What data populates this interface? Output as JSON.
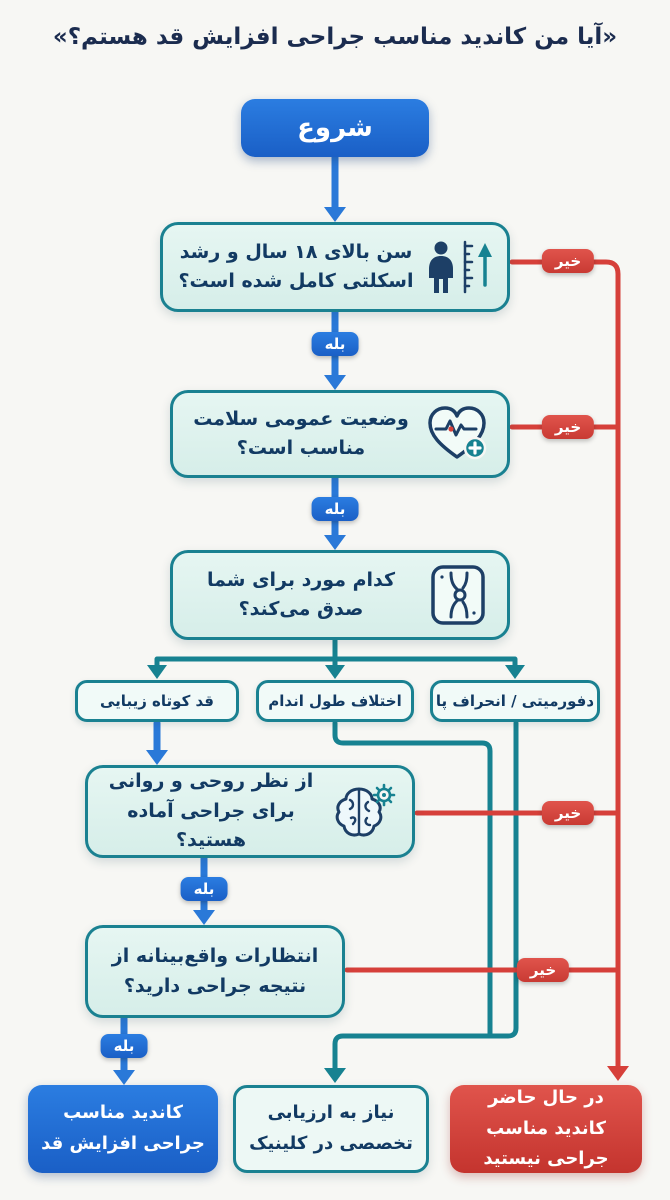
{
  "title": "«آیا من کاندید مناسب جراحی افزایش قد هستم؟»",
  "start": {
    "label": "شروع"
  },
  "labels": {
    "yes": "بله",
    "no": "خیر"
  },
  "questions": {
    "age": "سن بالای ۱۸ سال و رشد اسکلتی کامل شده است؟",
    "health": "وضعیت عمومی سلامت مناسب است؟",
    "case": "کدام مورد برای شما صدق می‌کند؟",
    "mental": "از نظر روحی و روانی برای جراحی آماده هستید؟",
    "expectations": "انتظارات واقع‌بینانه از نتیجه جراحی دارید؟"
  },
  "options": {
    "cosmetic": "قد کوتاه زیبایی",
    "discrepancy": "اختلاف طول اندام",
    "deformity": "دفورمیتی / انحراف پا"
  },
  "results": {
    "candidate": "کاندید مناسب جراحی افزایش قد",
    "clinic": "نیاز به ارزیابی تخصصی در کلینیک",
    "not_candidate": "در حال حاضر کاندید مناسب جراحی نیستید"
  },
  "icons": {
    "age": "person-height-icon",
    "health": "heart-pulse-icon",
    "case": "knee-xray-icon",
    "mental": "brain-gear-icon"
  },
  "colors": {
    "accent_blue": "#1e6fd8",
    "accent_teal": "#1a8191",
    "accent_red": "#d6403a",
    "box_fill": "#e0f2ee",
    "text_dark": "#123a63",
    "background": "#f7f7f4"
  }
}
